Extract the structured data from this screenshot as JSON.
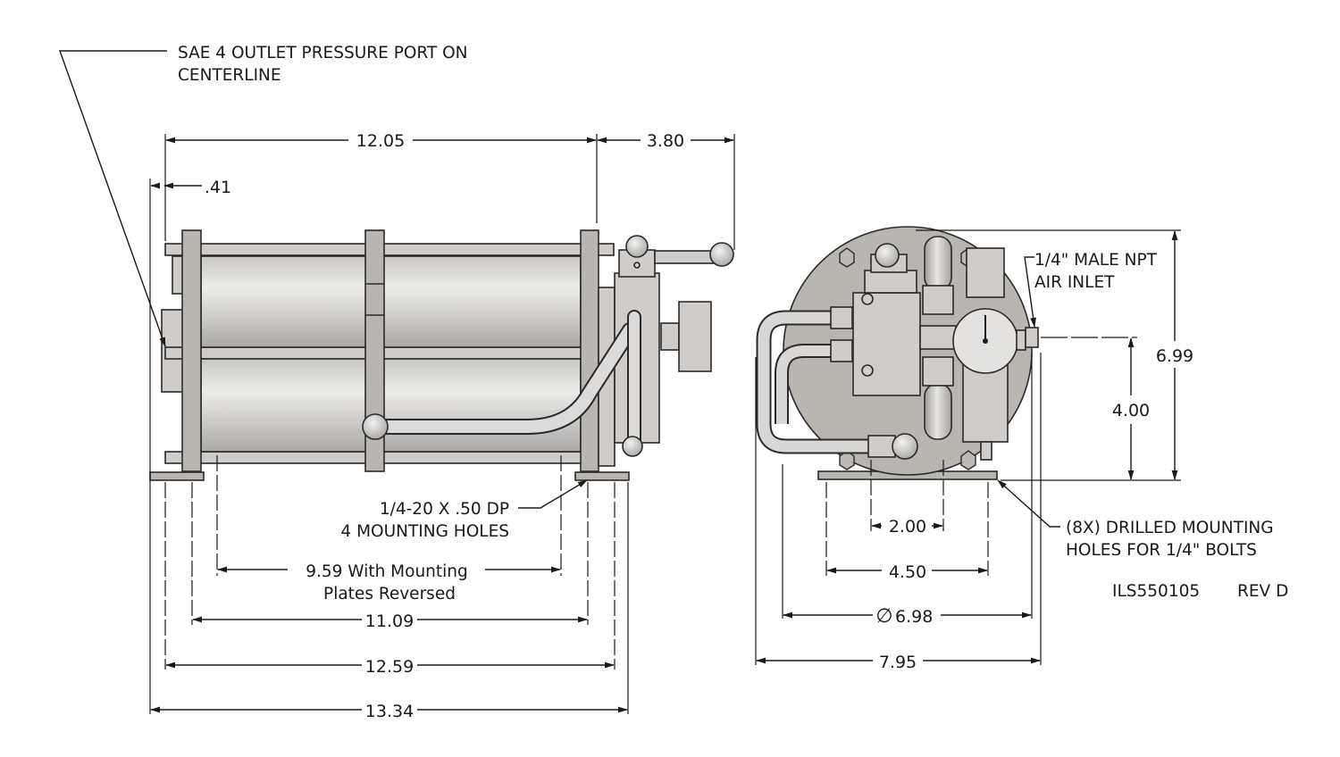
{
  "drawing": {
    "part_number": "ILS550105",
    "revision": "REV D",
    "colors": {
      "line": "#1a1a1a",
      "plate": "#b9b6b2",
      "cylinder": "#d3d2d0",
      "cylinder_highlight": "#ebebea",
      "component": "#c8c6c3"
    }
  },
  "notes": {
    "outlet_port_line1": "SAE 4 OUTLET PRESSURE PORT ON",
    "outlet_port_line2": "CENTERLINE",
    "mounting_holes_line1": "1/4-20 X .50 DP",
    "mounting_holes_line2": "4 MOUNTING HOLES",
    "reversed_line1": "9.59 With Mounting",
    "reversed_line2": "Plates Reversed",
    "air_inlet_line1": "1/4\" MALE NPT",
    "air_inlet_line2": "AIR INLET",
    "drilled_line1": "(8X) DRILLED MOUNTING",
    "drilled_line2": "HOLES FOR 1/4\" BOLTS"
  },
  "side_view": {
    "dims": {
      "overall_body": "12.05",
      "handle_ext": "3.80",
      "offset": ".41",
      "mount_span": "11.09",
      "plate_span": "12.59",
      "overall": "13.34"
    }
  },
  "end_view": {
    "dims": {
      "height_overall": "6.99",
      "inlet_height": "4.00",
      "hole_spacing_inner": "2.00",
      "hole_spacing_outer": "4.50",
      "diameter": "6.98",
      "diameter_symbol": "∅",
      "width_overall": "7.95"
    }
  }
}
